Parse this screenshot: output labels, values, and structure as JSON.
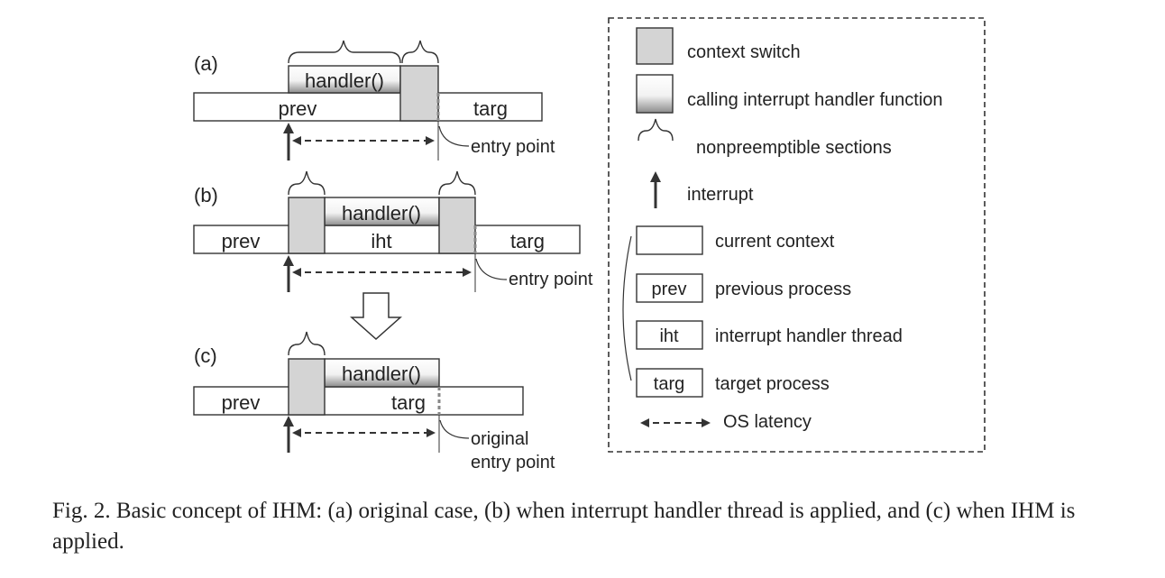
{
  "diagrams": {
    "a": {
      "tag": "(a)",
      "handler": "handler()",
      "prev": "prev",
      "targ": "targ",
      "entry": "entry point"
    },
    "b": {
      "tag": "(b)",
      "handler": "handler()",
      "prev": "prev",
      "iht": "iht",
      "targ": "targ",
      "entry": "entry point"
    },
    "c": {
      "tag": "(c)",
      "handler": "handler()",
      "prev": "prev",
      "targ": "targ",
      "entry_line1": "original",
      "entry_line2": "entry point"
    }
  },
  "legend": {
    "context_switch": "context switch",
    "calling_handler": "calling interrupt handler function",
    "nonpreemptible": "nonpreemptible sections",
    "interrupt": "interrupt",
    "current_context": "current context",
    "prev_box": "prev",
    "prev_label": "previous process",
    "iht_box": "iht",
    "iht_label": "interrupt handler thread",
    "targ_box": "targ",
    "targ_label": "target process",
    "os_latency": "OS latency"
  },
  "caption": {
    "text": "Fig. 2.   Basic concept of IHM: (a) original case, (b) when interrupt handler thread is applied, and (c) when IHM is applied."
  }
}
